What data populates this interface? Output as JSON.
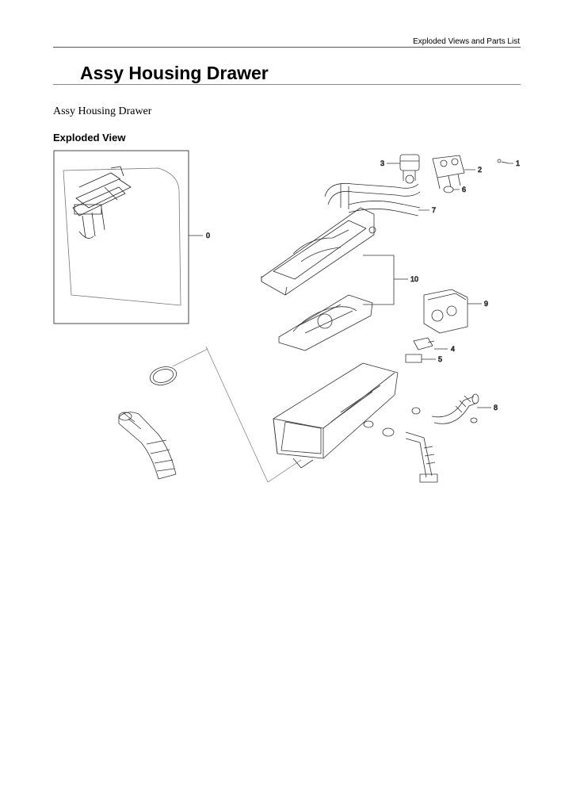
{
  "header": {
    "section": "Exploded Views and Parts List"
  },
  "page": {
    "title": "Assy Housing Drawer",
    "subtitle": "Assy Housing Drawer",
    "view_heading": "Exploded View"
  },
  "diagram": {
    "callouts": [
      "0",
      "1",
      "2",
      "3",
      "4",
      "5",
      "6",
      "7",
      "8",
      "9",
      "10"
    ]
  }
}
